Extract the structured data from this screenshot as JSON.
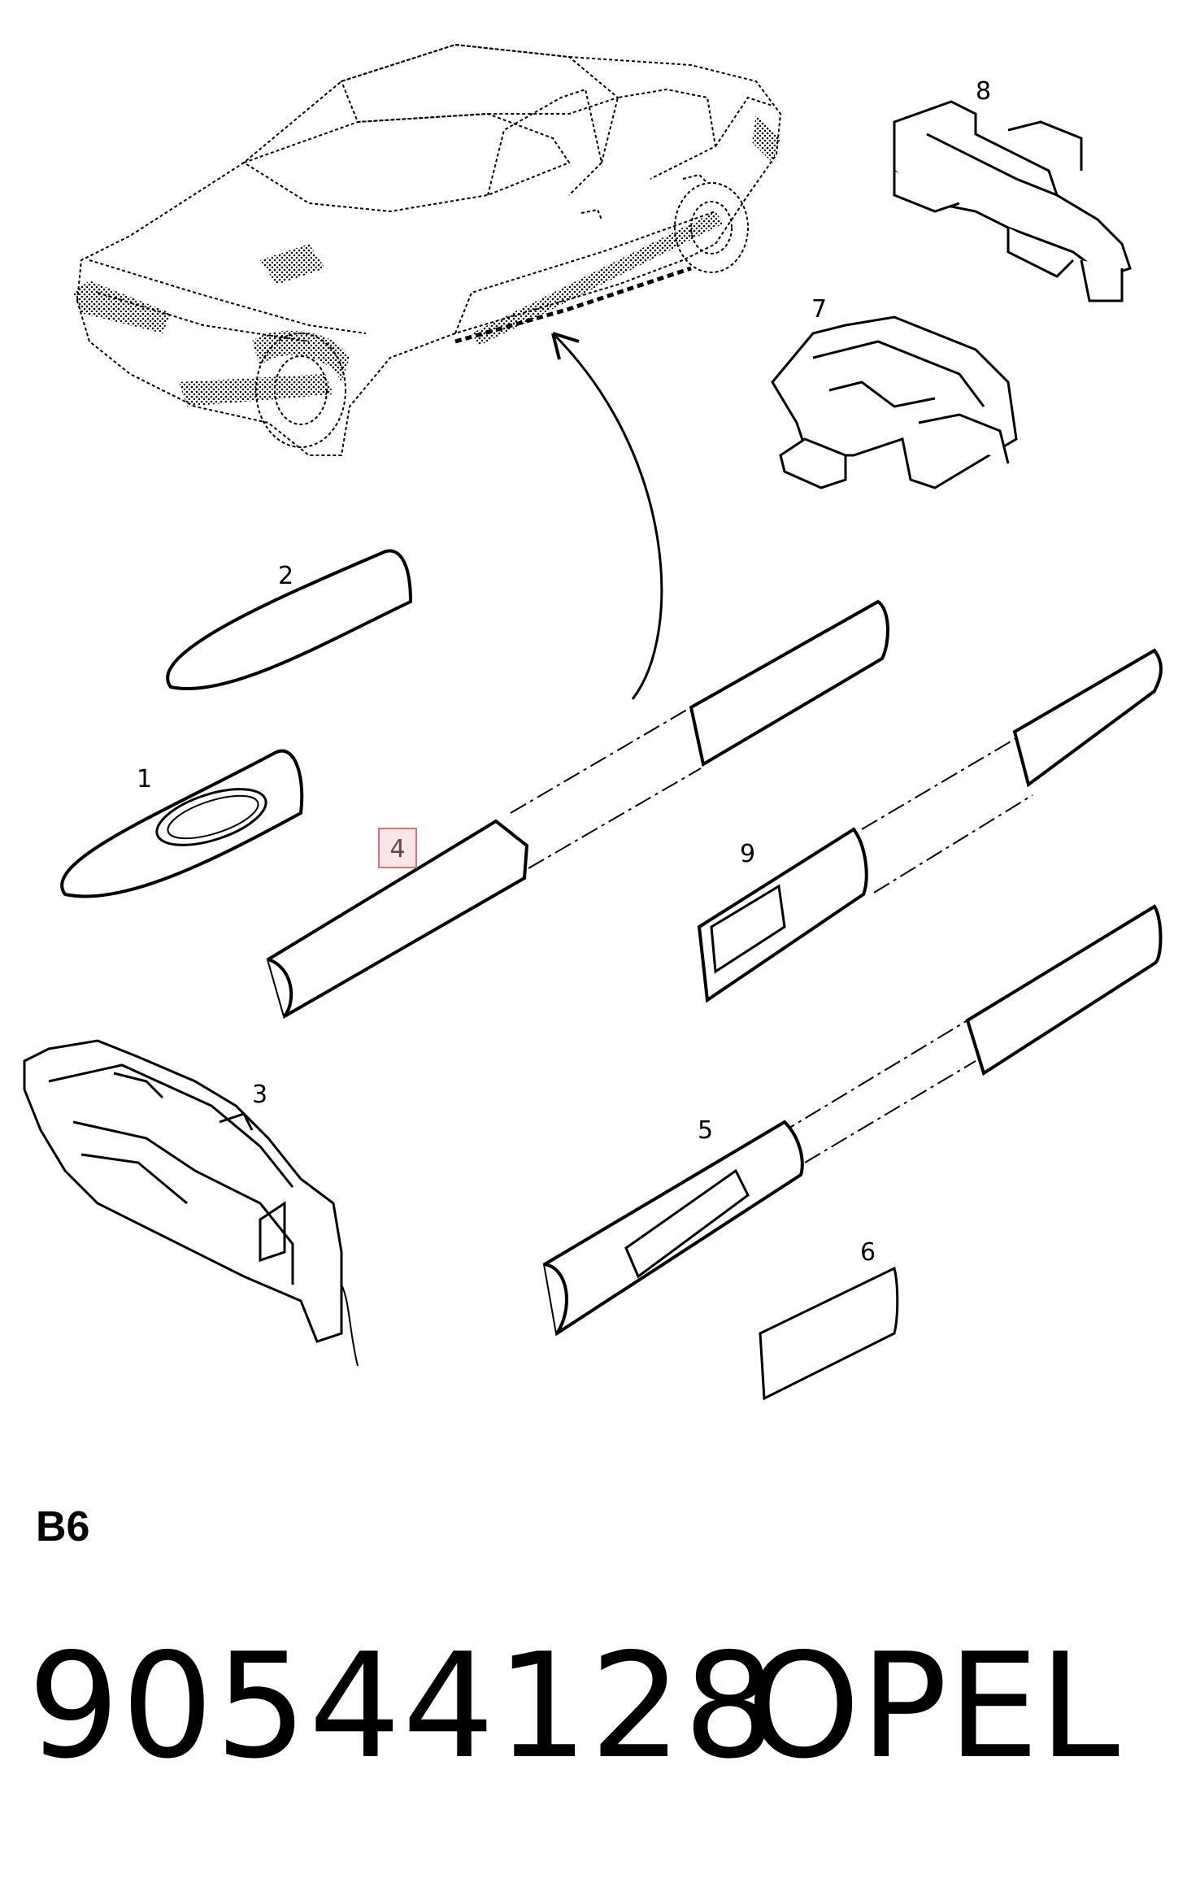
{
  "diagram": {
    "callouts": [
      {
        "id": "1",
        "label": "1",
        "highlighted": false
      },
      {
        "id": "2",
        "label": "2",
        "highlighted": false
      },
      {
        "id": "3",
        "label": "3",
        "highlighted": false
      },
      {
        "id": "4",
        "label": "4",
        "highlighted": true
      },
      {
        "id": "5",
        "label": "5",
        "highlighted": false
      },
      {
        "id": "6",
        "label": "6",
        "highlighted": false
      },
      {
        "id": "7",
        "label": "7",
        "highlighted": false
      },
      {
        "id": "8",
        "label": "8",
        "highlighted": false
      },
      {
        "id": "9",
        "label": "9",
        "highlighted": false
      }
    ],
    "highlight_color": "#e0707a"
  },
  "footer": {
    "section": "B6",
    "part_number": "90544128",
    "brand": "OPEL"
  }
}
